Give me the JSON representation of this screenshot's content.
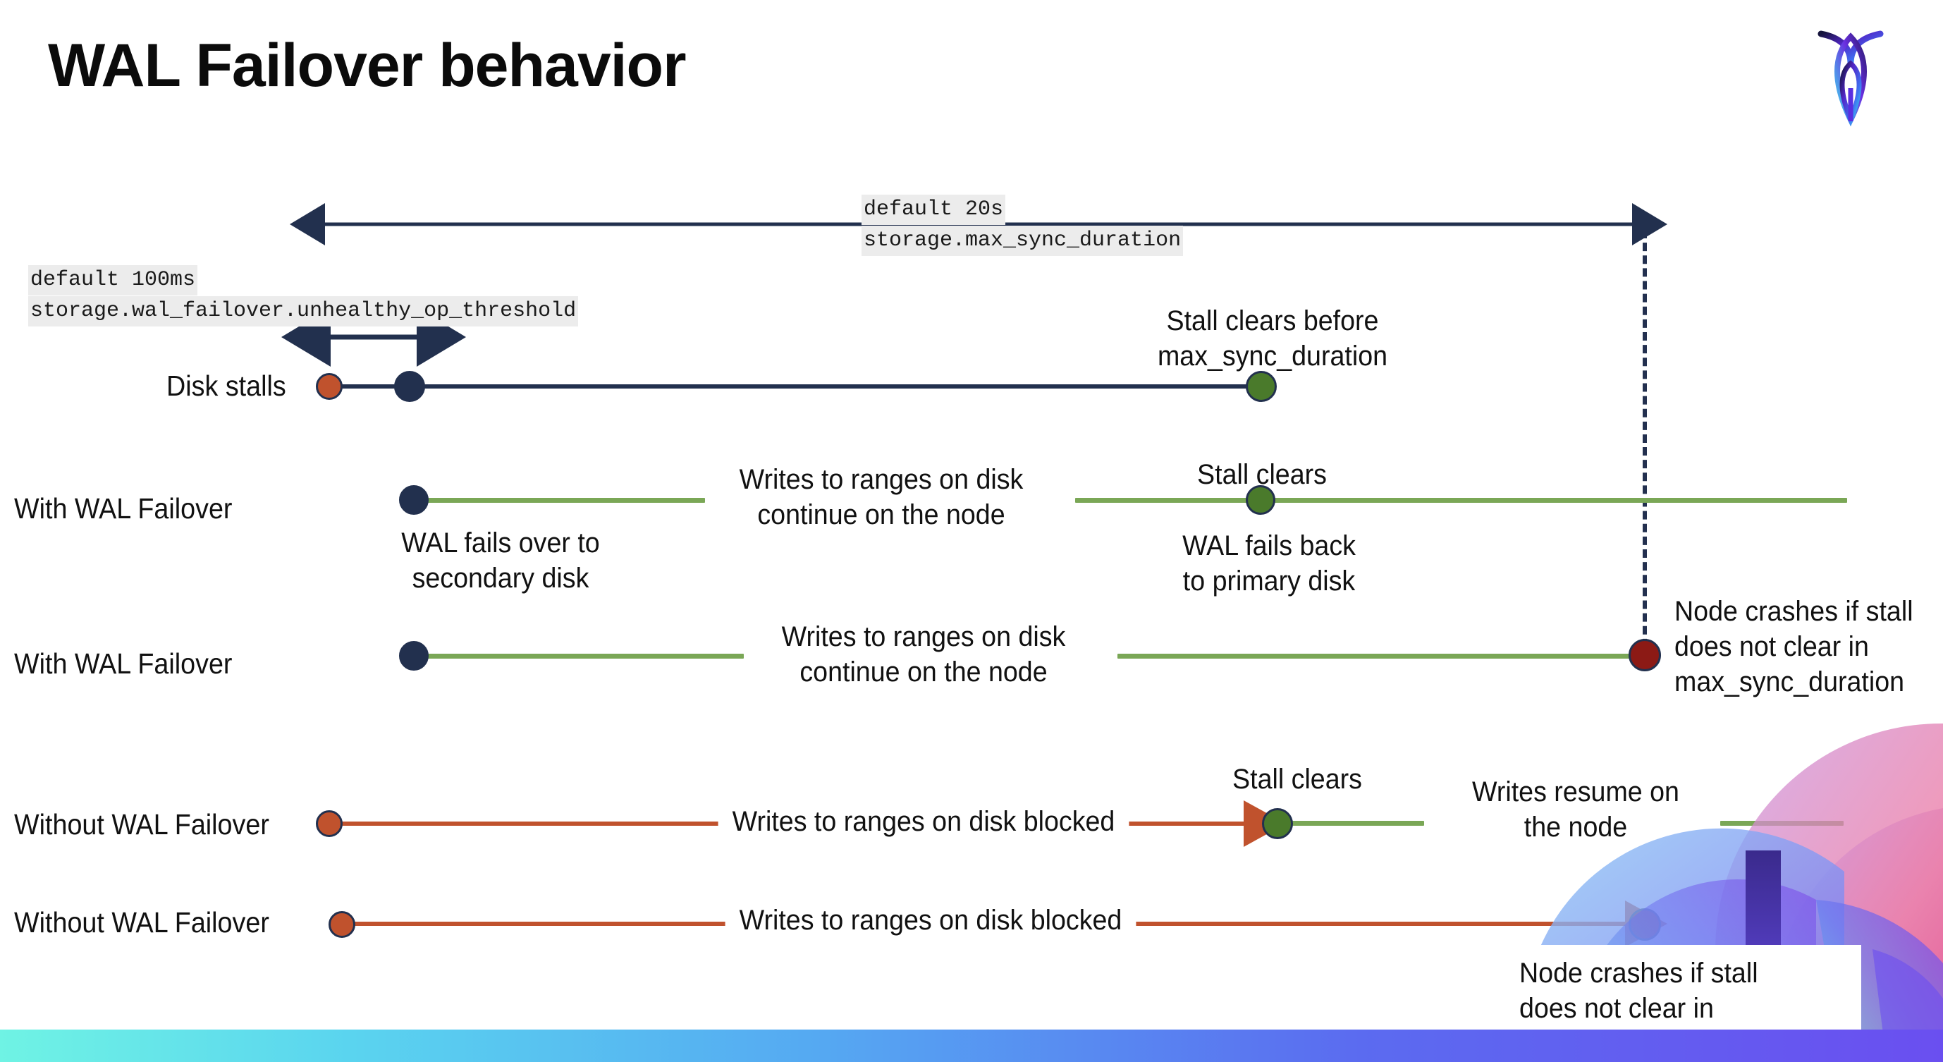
{
  "slide": {
    "title": "WAL Failover behavior",
    "logo_icon": "cockroachdb-logo-icon"
  },
  "timescales": [
    {
      "name": "max-sync-duration-scale",
      "default_text": "default 20s",
      "setting_text": "storage.max_sync_duration"
    },
    {
      "name": "unhealthy-op-threshold-scale",
      "default_text": "default 100ms",
      "setting_text": "storage.wal_failover.unhealthy_op_threshold"
    }
  ],
  "rows": [
    {
      "label": "Disk stalls"
    },
    {
      "label": "With WAL Failover"
    },
    {
      "label": "With WAL Failover"
    },
    {
      "label": "Without WAL Failover"
    },
    {
      "label": "Without WAL Failover"
    }
  ],
  "annotations": {
    "stall_clears_before": "Stall clears before\nmax_sync_duration",
    "writes_continue_1": "Writes to ranges on disk\ncontinue on the node",
    "stall_clears_2": "Stall clears",
    "wal_fails_over": "WAL fails over to\nsecondary disk",
    "wal_fails_back": "WAL fails  back\nto primary disk",
    "writes_continue_2": "Writes to ranges on disk\ncontinue on the node",
    "node_crashes_1": "Node crashes if stall\ndoes not clear in\nmax_sync_duration",
    "stall_clears_3": "Stall clears",
    "writes_blocked_1": "Writes to ranges on disk  blocked",
    "writes_resume": "Writes resume on\nthe node",
    "writes_blocked_2": "Writes to ranges on disk  blocked",
    "node_crashes_2": "Node crashes if stall\ndoes not clear in\nmax_sync_duration"
  },
  "colors": {
    "navy": "#22304e",
    "green_line": "#7aa756",
    "green_dot": "#4a7a2b",
    "orange": "#c0522d",
    "dark_red": "#8c1a15",
    "code_bg": "#ececec"
  }
}
